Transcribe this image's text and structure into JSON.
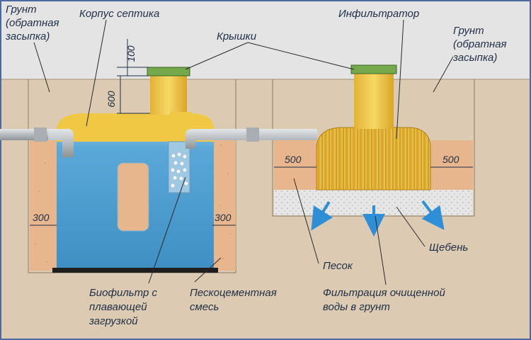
{
  "labels": {
    "ground_left": [
      "Грунт",
      "(обратная",
      "засыпка)"
    ],
    "ground_right": [
      "Грунт",
      "(обратная",
      "засыпка)"
    ],
    "tank_body": "Корпус септика",
    "lids": "Крышки",
    "infiltrator": "Инфильтратор",
    "biofilter": [
      "Биофильтр с",
      "плавающей",
      "загрузкой"
    ],
    "sand_cement": [
      "Пескоцементная",
      "смесь"
    ],
    "sand": "Песок",
    "gravel": "Щебень",
    "filtration": [
      "Фильтрация очищенной",
      "воды в грунт"
    ]
  },
  "dimensions": {
    "lid_height": "100",
    "neck_height": "600",
    "side_left": "300",
    "side_right": "300",
    "infiltrator_left": "500",
    "infiltrator_right": "500"
  },
  "colors": {
    "sky": "#dcdcdc",
    "soil": "#dccbb2",
    "sand_cement": "#e8b68d",
    "water": "#5aa8d8",
    "tank_yellow": "#f0c844",
    "lid_green": "#74a84a",
    "pipe": "#b7bcc0",
    "gravel": "#e6e6e6",
    "arrow": "#2f8fd6"
  }
}
